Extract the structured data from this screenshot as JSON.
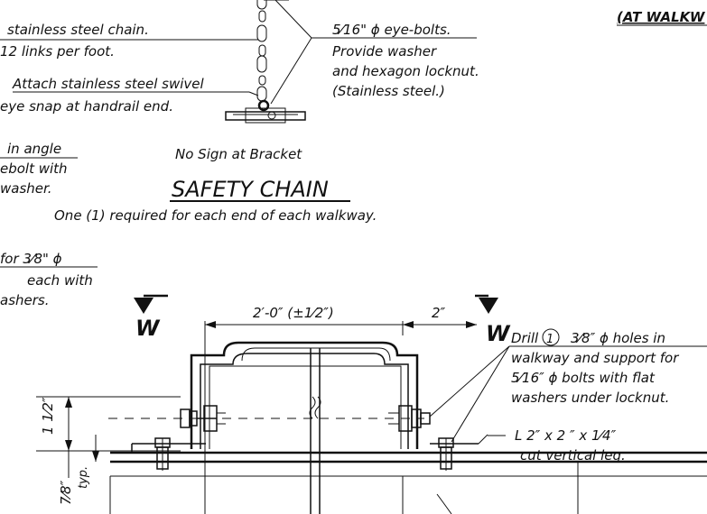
{
  "notes": {
    "chain_line1": "stainless steel chain.",
    "chain_line2": "12 links per foot.",
    "swivel_line1": "Attach stainless steel swivel",
    "swivel_line2": "eye snap at handrail end.",
    "angle_line1": "in angle",
    "angle_line2": "ebolt with",
    "angle_line3": "washer.",
    "eyebolt_line1": "5⁄16\" ϕ eye-bolts.",
    "eyebolt_line2": "Provide washer",
    "eyebolt_line3": "and hexagon locknut.",
    "eyebolt_line4": "(Stainless steel.)",
    "top_right": "(AT WALKW",
    "no_sign": "No Sign at Bracket",
    "title": "SAFETY CHAIN",
    "subtitle": "One (1) required for each end of each walkway.",
    "left_line1": "for 3⁄8\" ϕ",
    "left_line2": "each with",
    "left_line3": "ashers.",
    "section_left": "W",
    "section_right": "W",
    "dim_main": "2′-0″ (±1⁄2″)",
    "dim_small": "2″",
    "drill_prefix": "Drill",
    "drill_num": "1",
    "drill_line1": "3⁄8″ ϕ holes in",
    "drill_line2": "walkway and support for",
    "drill_line3": "5⁄16″ ϕ bolts with flat",
    "drill_line4": "washers under locknut.",
    "angle_label1": "L 2″ x 2 ″ x 1⁄4″",
    "angle_label2": "cut vertical leg.",
    "dim_vertical": "1 1⁄2″",
    "dim_typ1": "7⁄8″",
    "dim_typ2": "typ."
  }
}
